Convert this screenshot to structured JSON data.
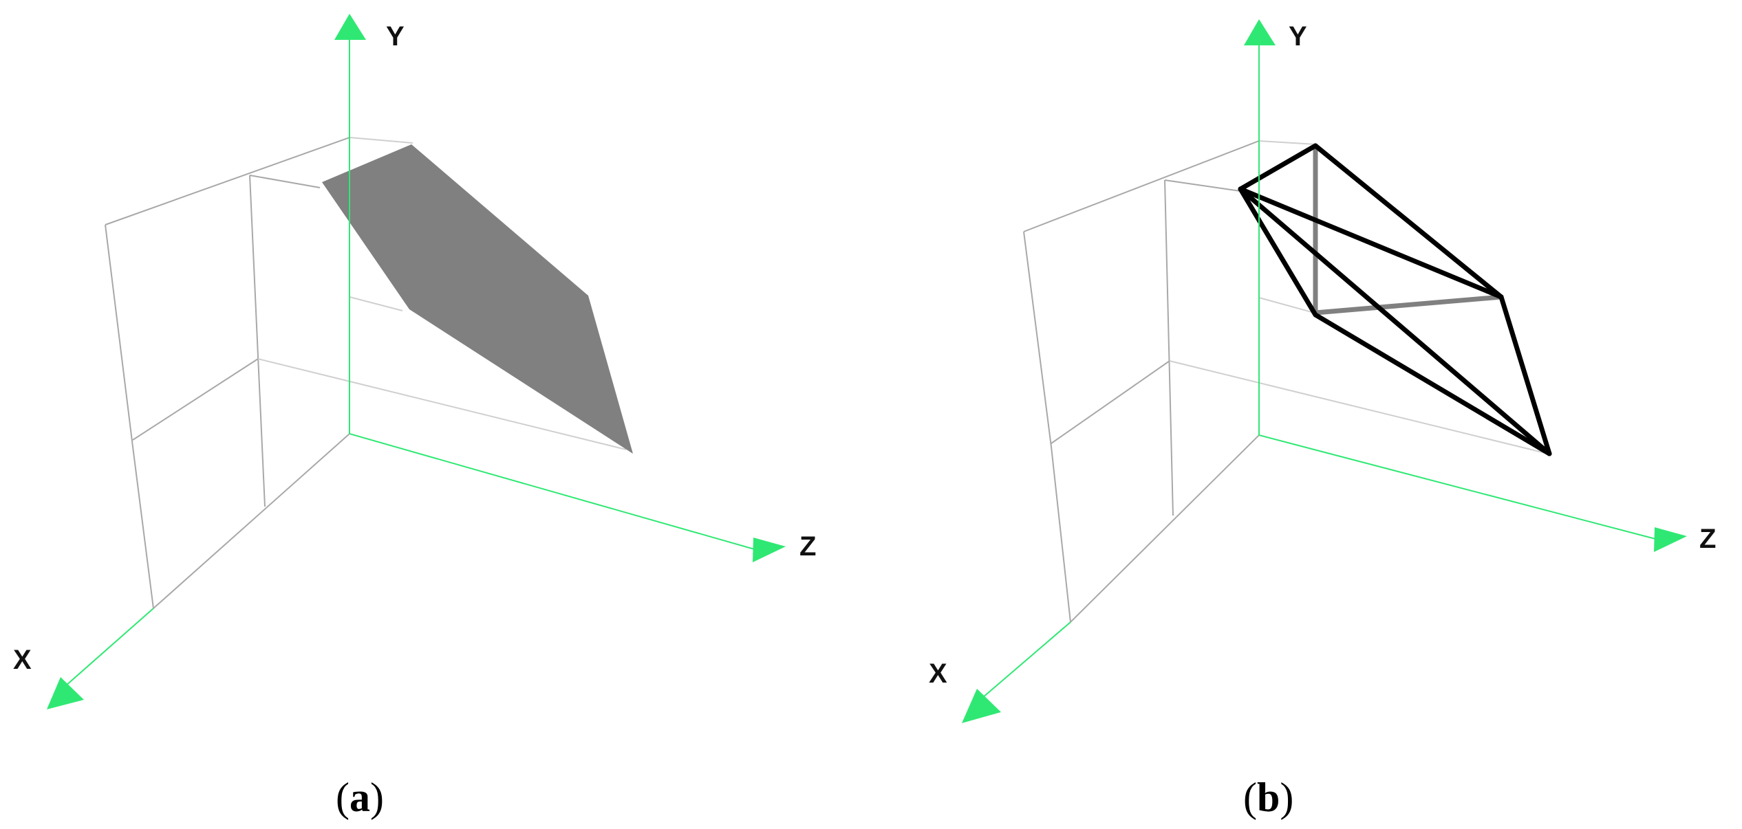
{
  "colors": {
    "axis": "#2fe873",
    "shaded_face": "#808080",
    "wire_edge": "#000000",
    "hidden_edge": "#808080",
    "grid": "#a8a8a8"
  },
  "panels": [
    {
      "id": "a",
      "caption_open": "(",
      "caption_letter": "a",
      "caption_close": ")",
      "axis_labels": {
        "x": "X",
        "y": "Y",
        "z": "Z"
      },
      "style": "shaded-face"
    },
    {
      "id": "b",
      "caption_open": "(",
      "caption_letter": "b",
      "caption_close": ")",
      "axis_labels": {
        "x": "X",
        "y": "Y",
        "z": "Z"
      },
      "style": "wireframe"
    }
  ]
}
